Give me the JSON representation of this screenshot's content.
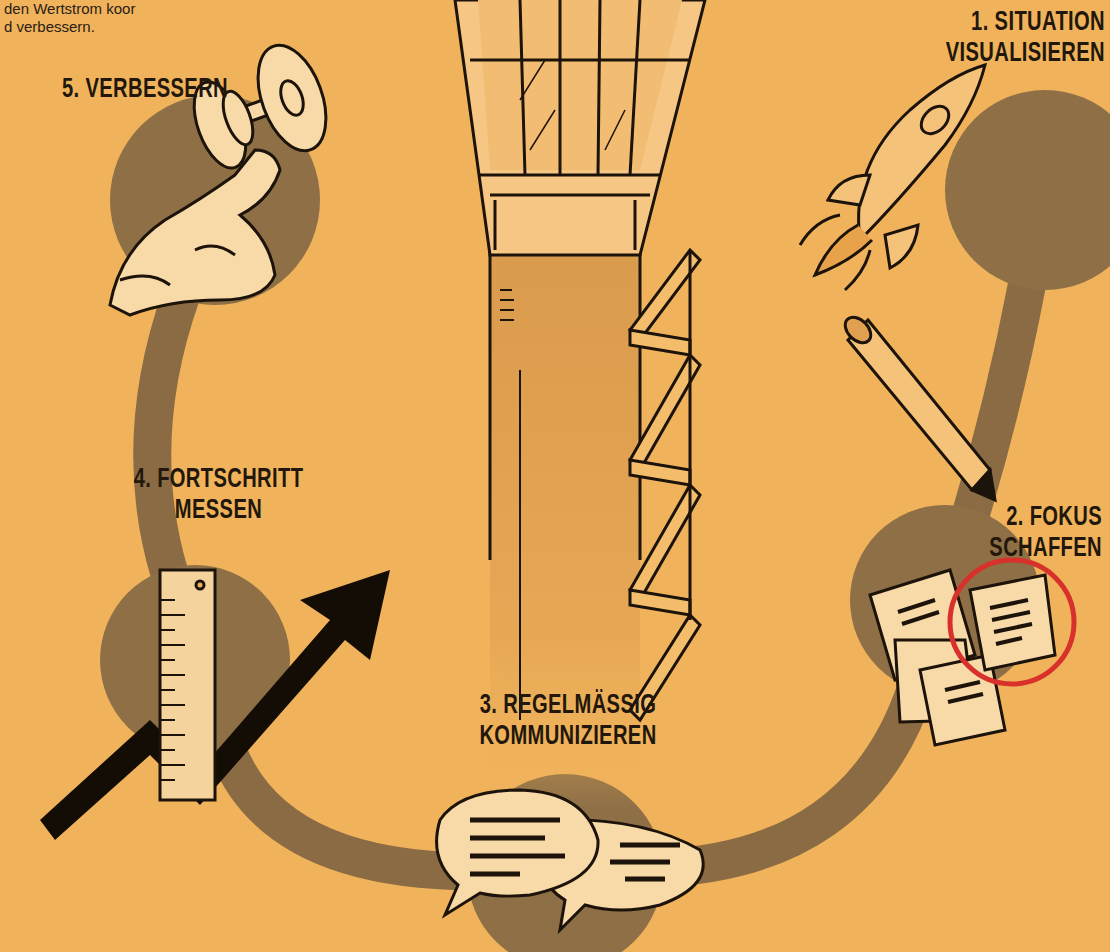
{
  "diagram": {
    "nodes": [
      {
        "text": [
          "1. SITUATION VISUALISIEREN"
        ]
      },
      {
        "text": [
          "2. FOKUS SCHAFFEN"
        ]
      },
      {
        "text": [
          "3. REGELMÄSSIG KOMMUNIZIEREN"
        ]
      },
      {
        "text": [
          "4. FORTSCHRITT MESSEN"
        ]
      },
      {
        "text": [
          "5. VERBESSERN"
        ]
      }
    ],
    "edges": [
      {
        "from": 0,
        "to": 1,
        "arrow": "none"
      },
      {
        "from": 1,
        "to": 2,
        "arrow": "none"
      },
      {
        "from": 2,
        "to": 3,
        "arrow": "none"
      },
      {
        "from": 3,
        "to": 4,
        "arrow": "none"
      }
    ],
    "labels": [
      "den Wertstrom koor d verbessern."
    ]
  }
}
